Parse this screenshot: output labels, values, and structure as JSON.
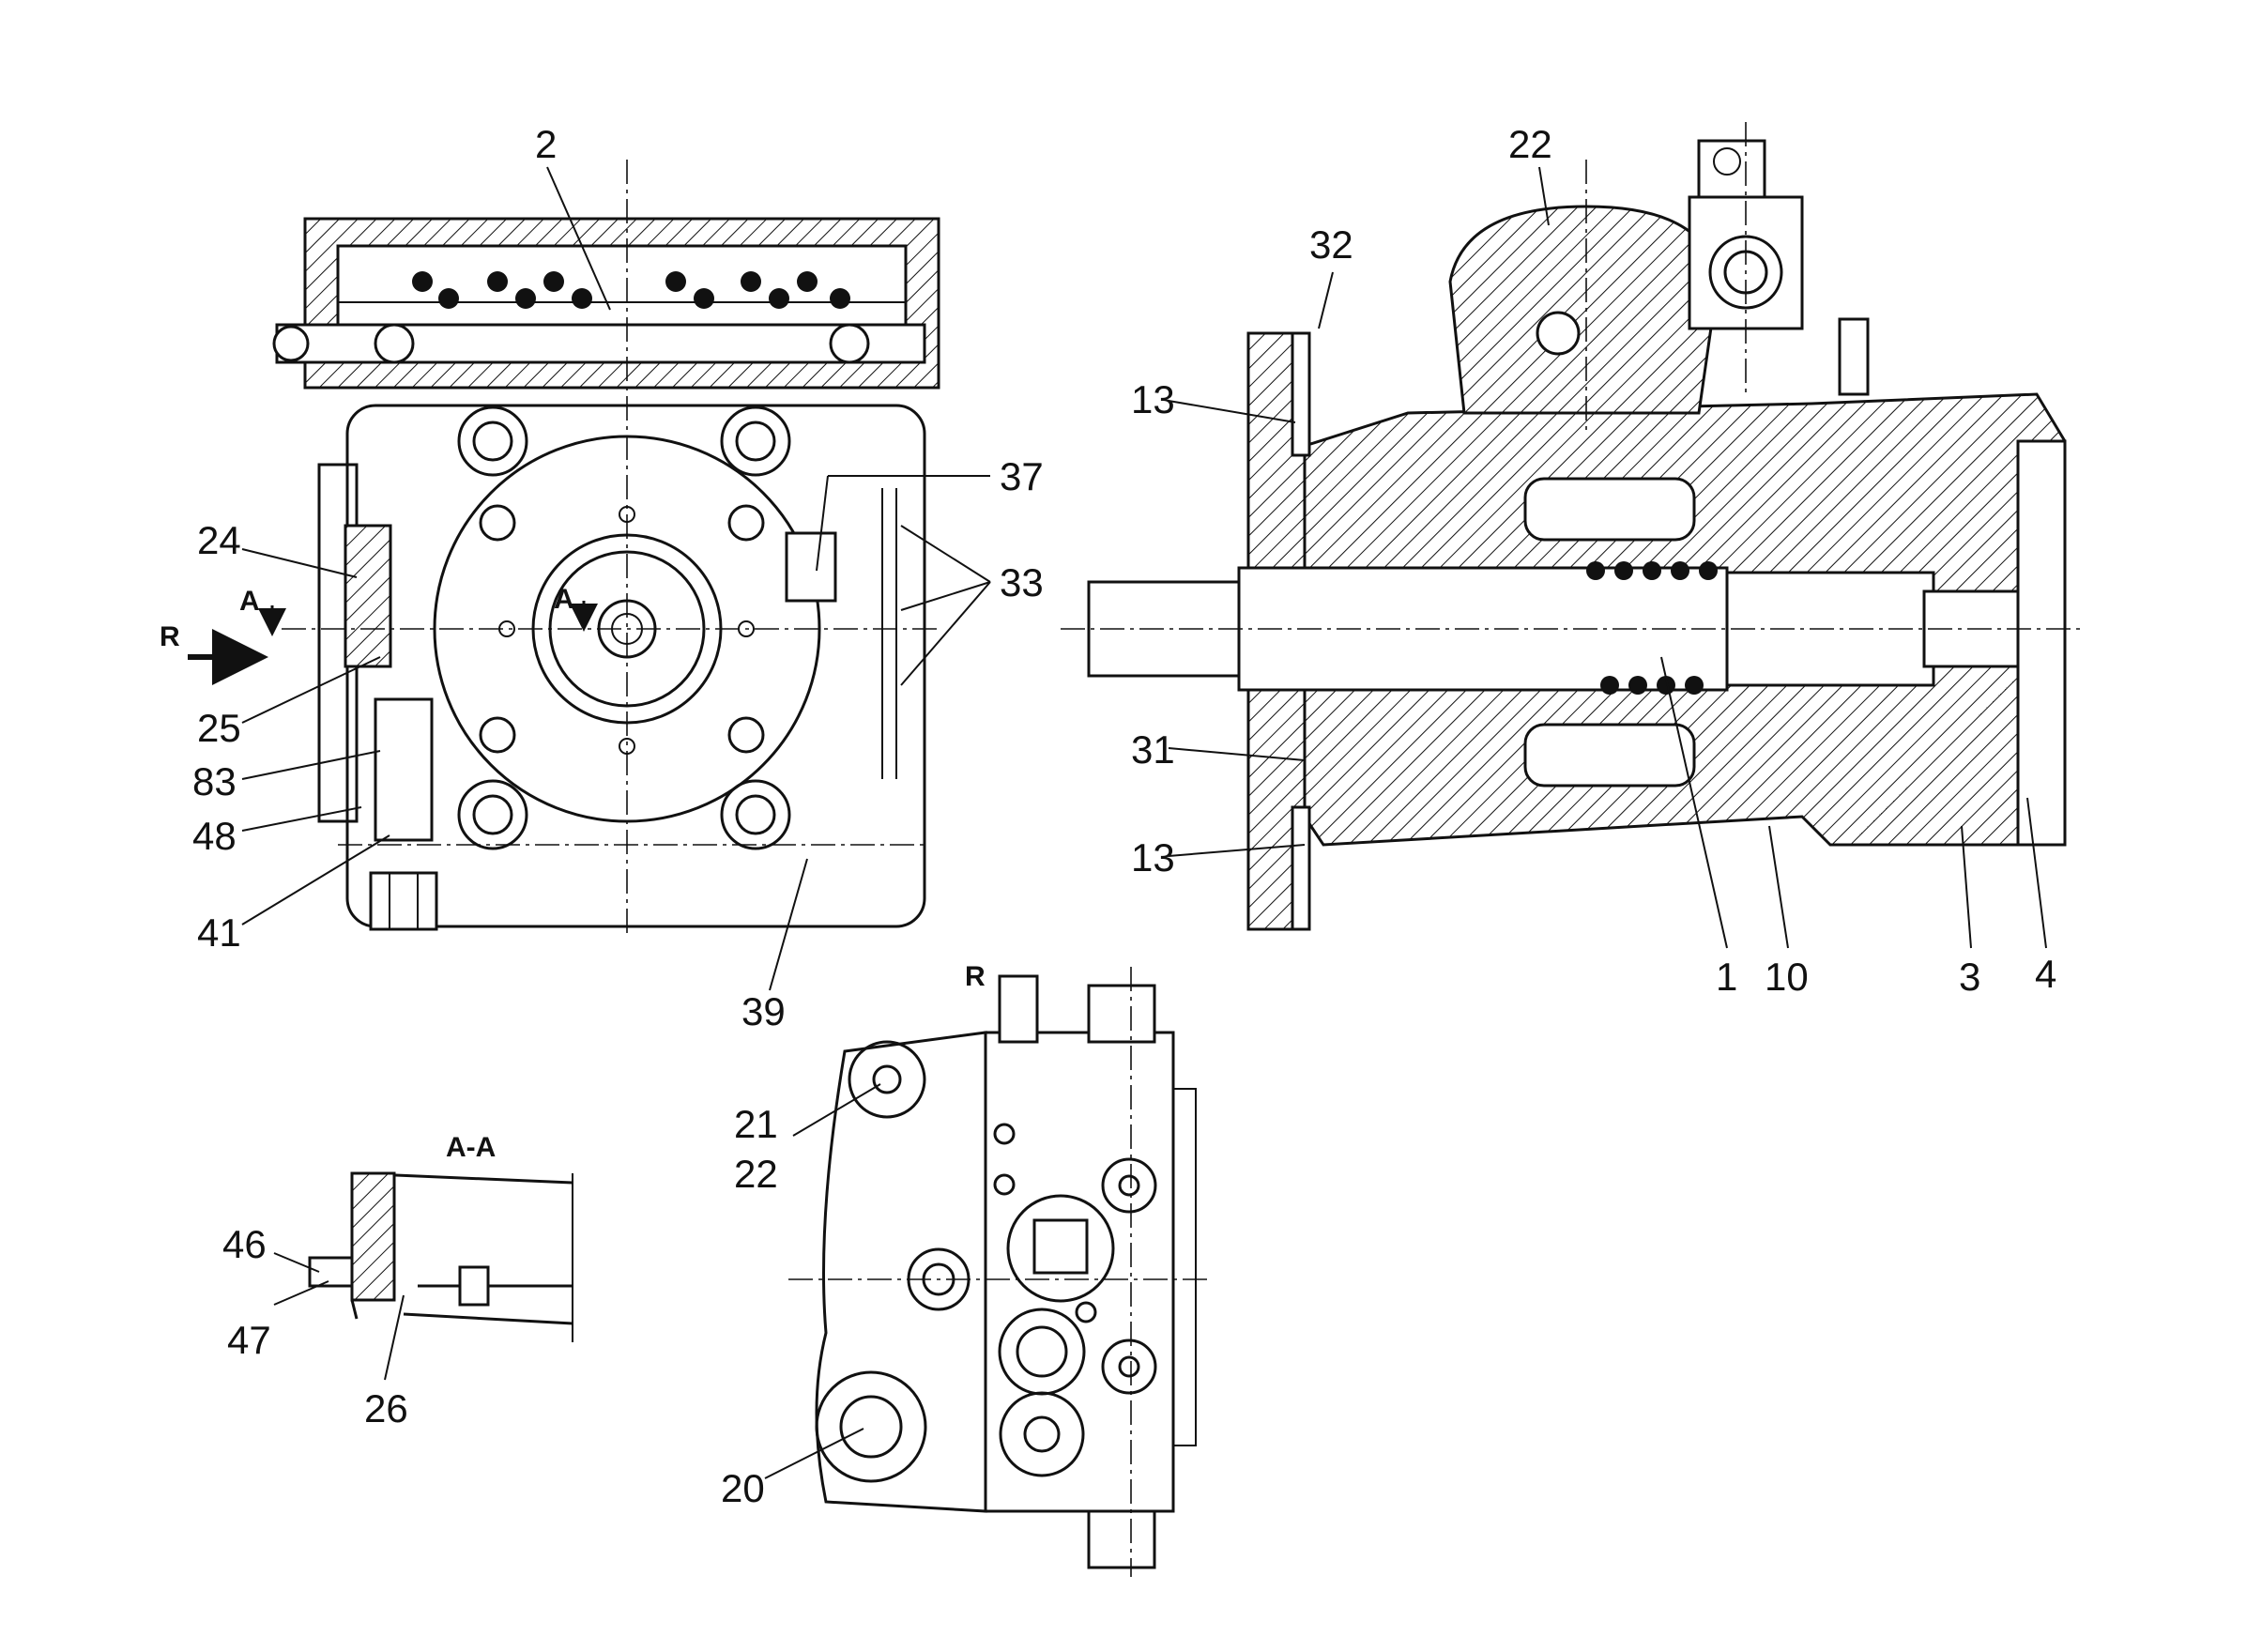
{
  "section_marker": "A-A",
  "view_marks": {
    "a_left": "A",
    "a_center": "A",
    "r_left": "R",
    "r_bottom": "R"
  },
  "callouts": {
    "c2": "2",
    "c22_top": "22",
    "c32": "32",
    "c13_top": "13",
    "c37": "37",
    "c24": "24",
    "c33": "33",
    "c25": "25",
    "c83": "83",
    "c48": "48",
    "c41": "41",
    "c39": "39",
    "c31": "31",
    "c13_bottom": "13",
    "c1": "1",
    "c10": "10",
    "c3": "3",
    "c4": "4",
    "c21": "21",
    "c22_bottom": "22",
    "c20": "20",
    "c46": "46",
    "c47": "47",
    "c26": "26"
  }
}
